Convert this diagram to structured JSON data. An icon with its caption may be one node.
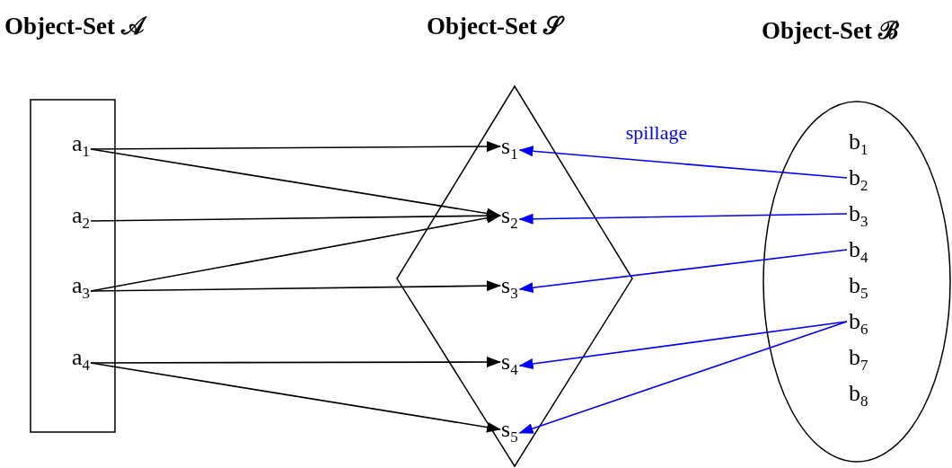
{
  "diagram": {
    "nodes": [
      {
        "text": [],
        "shape": "box"
      },
      {
        "text": [
          "a$_{1}$"
        ],
        "in": 0
      },
      {
        "text": [
          "a$_{2}$"
        ],
        "in": 0
      },
      {
        "text": [
          "a$_{3}$"
        ],
        "in": 0
      },
      {
        "text": [
          "a$_{4}$"
        ],
        "in": 0
      },
      {
        "text": [],
        "shape": "diamond"
      },
      {
        "text": [
          "s$_{1}$"
        ],
        "in": 5
      },
      {
        "text": [
          "s$_{2}$"
        ],
        "in": 5
      },
      {
        "text": [
          "s$_{3}$"
        ],
        "in": 5
      },
      {
        "text": [
          "s$_{4}$"
        ],
        "in": 5
      },
      {
        "text": [
          "s$_{5}$"
        ],
        "in": 5
      },
      {
        "text": [],
        "shape": "ellipse"
      },
      {
        "text": [
          "b$_{1}$"
        ],
        "in": 11
      },
      {
        "text": [
          "b$_{2}$"
        ],
        "in": 11
      },
      {
        "text": [
          "b$_{3}$"
        ],
        "in": 11
      },
      {
        "text": [
          "b$_{4}$"
        ],
        "in": 11
      },
      {
        "text": [
          "b$_{5}$"
        ],
        "in": 11
      },
      {
        "text": [
          "b$_{6}$"
        ],
        "in": 11
      },
      {
        "text": [
          "b$_{7}$"
        ],
        "in": 11
      },
      {
        "text": [
          "b$_{8}$"
        ],
        "in": 11
      }
    ],
    "edges": [
      {
        "from": 1,
        "to": 6,
        "arrow": "to"
      },
      {
        "from": 1,
        "to": 7,
        "arrow": "to"
      },
      {
        "from": 2,
        "to": 7,
        "arrow": "to"
      },
      {
        "from": 3,
        "to": 7,
        "arrow": "to"
      },
      {
        "from": 3,
        "to": 8,
        "arrow": "to"
      },
      {
        "from": 4,
        "to": 9,
        "arrow": "to"
      },
      {
        "from": 4,
        "to": 10,
        "arrow": "to"
      },
      {
        "from": 13,
        "to": 6,
        "arrow": "to",
        "label": "spillage",
        "color": "#0000ff"
      },
      {
        "from": 14,
        "to": 7,
        "arrow": "to",
        "color": "#0000ff"
      },
      {
        "from": 15,
        "to": 8,
        "arrow": "to",
        "color": "#0000ff"
      },
      {
        "from": 17,
        "to": 9,
        "arrow": "to",
        "color": "#0000ff"
      },
      {
        "from": 17,
        "to": 10,
        "arrow": "to",
        "color": "#0000ff"
      }
    ],
    "labels": [
      "Object-Set 𝒜",
      "Object-Set 𝒮",
      "Object-Set ℬ"
    ]
  }
}
